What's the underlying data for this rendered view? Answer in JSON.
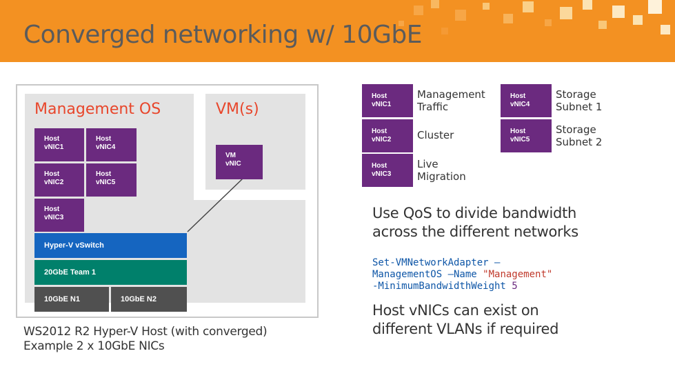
{
  "slide": {
    "title": "Converged networking w/ 10GbE"
  },
  "diagram": {
    "mgmt_title": "Management OS",
    "vm_title": "VM(s)",
    "mgmt_nics": [
      [
        "Host",
        "vNIC1"
      ],
      [
        "Host",
        "vNIC4"
      ],
      [
        "Host",
        "vNIC2"
      ],
      [
        "Host",
        "vNIC5"
      ],
      [
        "Host",
        "vNIC3"
      ]
    ],
    "vm_nic": [
      "VM",
      "vNIC"
    ],
    "vswitch": "Hyper-V vSwitch",
    "team": "20GbE Team 1",
    "nic1": "10GbE N1",
    "nic2": "10GbE N2",
    "caption_line1": "WS2012 R2 Hyper-V Host (with converged)",
    "caption_line2": "Example 2 x 10GbE NICs",
    "colors": {
      "purple": "#6b2a7f",
      "blue": "#1565c0",
      "teal": "#00806b",
      "dark": "#505050",
      "orange": "#f39122",
      "red_title": "#e8462b"
    }
  },
  "legend": [
    {
      "box": [
        "Host",
        "vNIC1"
      ],
      "label": [
        "Management",
        "Traffic"
      ]
    },
    {
      "box": [
        "Host",
        "vNIC4"
      ],
      "label": [
        "Storage",
        "Subnet 1"
      ]
    },
    {
      "box": [
        "Host",
        "vNIC2"
      ],
      "label": [
        "Cluster"
      ]
    },
    {
      "box": [
        "Host",
        "vNIC5"
      ],
      "label": [
        "Storage",
        "Subnet 2"
      ]
    },
    {
      "box": [
        "Host",
        "vNIC3"
      ],
      "label": [
        "Live",
        "Migration"
      ]
    }
  ],
  "qos": {
    "line1": "Use QoS to divide bandwidth",
    "line2": "across the different networks"
  },
  "code": {
    "cmd": "Set-VMNetworkAdapter –",
    "l2a": "ManagementOS –Name ",
    "l2b": "\"Management\"",
    "l3a": "-MinimumBandwidthWeight ",
    "l3b": "5"
  },
  "vlan": {
    "line1": "Host vNICs can exist on",
    "line2": "different VLANs if required"
  }
}
